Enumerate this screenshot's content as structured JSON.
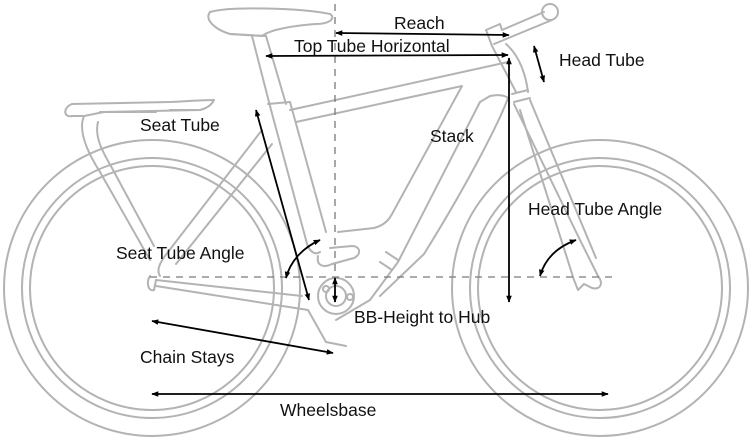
{
  "diagram": {
    "title": "Bike geometry",
    "colors": {
      "frame_outline": "#b3b3b3",
      "dimension_arrows": "#000000",
      "guide_lines": "#7a7a7a",
      "label_text": "#111111",
      "background": "#ffffff"
    },
    "labels": {
      "reach": "Reach",
      "top_tube_horizontal": "Top Tube Horizontal",
      "head_tube": "Head Tube",
      "seat_tube": "Seat Tube",
      "stack": "Stack",
      "head_tube_angle": "Head Tube Angle",
      "seat_tube_angle": "Seat Tube Angle",
      "bb_height_to_hub": "BB-Height to Hub",
      "chain_stays": "Chain Stays",
      "wheelbase": "Wheelsbase"
    }
  }
}
